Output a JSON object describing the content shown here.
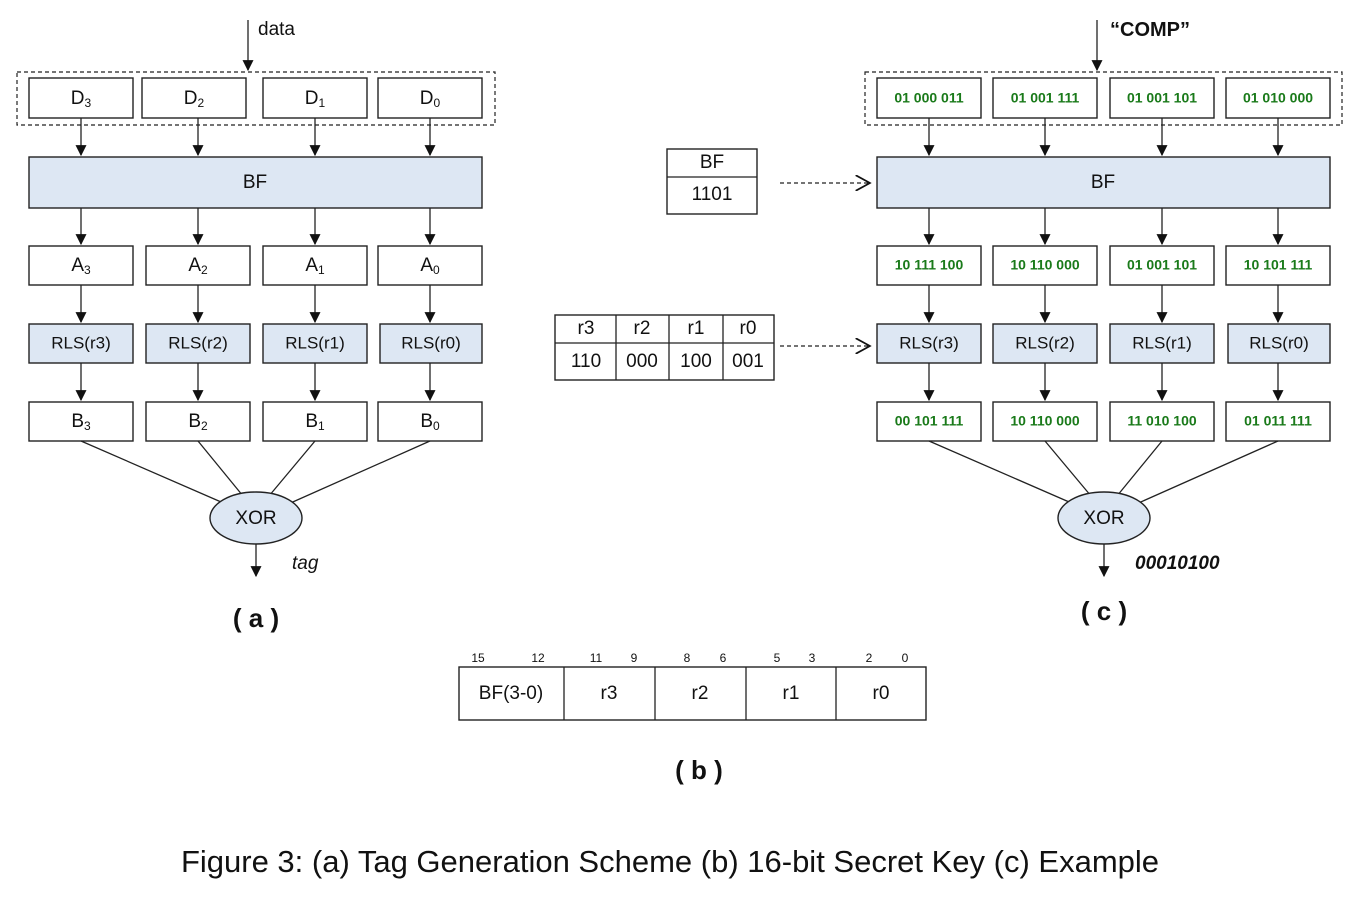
{
  "panel_a": {
    "input_label": "data",
    "data_boxes": [
      {
        "base": "D",
        "sub": "3"
      },
      {
        "base": "D",
        "sub": "2"
      },
      {
        "base": "D",
        "sub": "1"
      },
      {
        "base": "D",
        "sub": "0"
      }
    ],
    "bf_label": "BF",
    "a_boxes": [
      {
        "base": "A",
        "sub": "3"
      },
      {
        "base": "A",
        "sub": "2"
      },
      {
        "base": "A",
        "sub": "1"
      },
      {
        "base": "A",
        "sub": "0"
      }
    ],
    "rls_boxes": [
      "RLS(r3)",
      "RLS(r2)",
      "RLS(r1)",
      "RLS(r0)"
    ],
    "b_boxes": [
      {
        "base": "B",
        "sub": "3"
      },
      {
        "base": "B",
        "sub": "2"
      },
      {
        "base": "B",
        "sub": "1"
      },
      {
        "base": "B",
        "sub": "0"
      }
    ],
    "xor_label": "XOR",
    "output_label": "tag",
    "caption": "( a )"
  },
  "panel_c": {
    "input_label": "“COMP”",
    "data_values": [
      "01 000 011",
      "01 001 111",
      "01 001 101",
      "01 010 000"
    ],
    "bf_label": "BF",
    "bf_key": {
      "header": "BF",
      "value": "1101"
    },
    "after_bf_values": [
      "10 111 100",
      "10 110 000",
      "01 001 101",
      "10 101 111"
    ],
    "r_key": {
      "headers": [
        "r3",
        "r2",
        "r1",
        "r0"
      ],
      "values": [
        "110",
        "000",
        "100",
        "001"
      ]
    },
    "rls_boxes": [
      "RLS(r3)",
      "RLS(r2)",
      "RLS(r1)",
      "RLS(r0)"
    ],
    "after_rls_values": [
      "00 101 111",
      "10 110 000",
      "11 010 100",
      "01 011 111"
    ],
    "xor_label": "XOR",
    "output_value": "00010100",
    "caption": "( c )",
    "value_color": "#1a7a1a"
  },
  "panel_b": {
    "bit_labels": [
      "15",
      "12",
      "11",
      "9",
      "8",
      "6",
      "5",
      "3",
      "2",
      "0"
    ],
    "fields": [
      "BF(3-0)",
      "r3",
      "r2",
      "r1",
      "r0"
    ],
    "caption": "( b )"
  },
  "figure_caption": "Figure 3: (a) Tag Generation Scheme (b) 16-bit Secret Key (c) Example",
  "colors": {
    "block_fill": "#dde7f3",
    "stroke": "#222222"
  }
}
